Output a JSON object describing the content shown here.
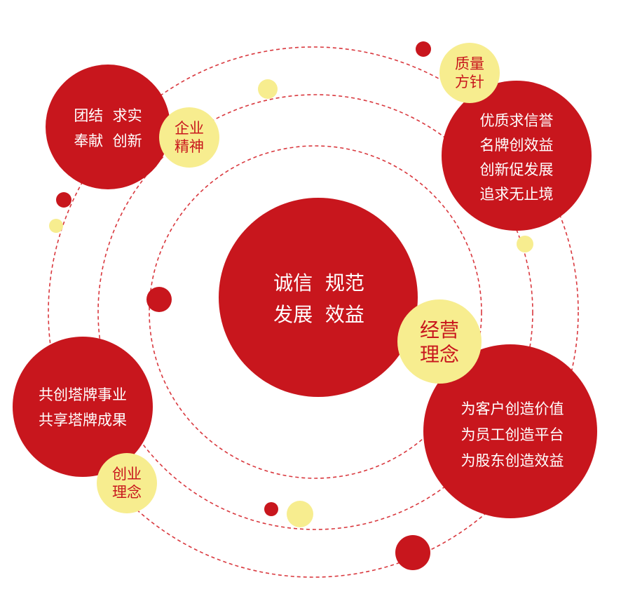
{
  "colors": {
    "red": "#c8161d",
    "yellow": "#f7ed8f",
    "white": "#ffffff",
    "dashed_ring": "#d9383e"
  },
  "center": {
    "line1": "诚信  规范",
    "line2": "发展  效益"
  },
  "top_left": {
    "line1": "团结  求实",
    "line2": "奉献  创新",
    "badge_line1": "企业",
    "badge_line2": "精神"
  },
  "top_right": {
    "line1": "优质求信誉",
    "line2": "名牌创效益",
    "line3": "创新促发展",
    "line4": "追求无止境",
    "badge_line1": "质量",
    "badge_line2": "方针"
  },
  "bottom_right": {
    "line1": "为客户创造价值",
    "line2": "为员工创造平台",
    "line3": "为股东创造效益",
    "badge_line1": "经营",
    "badge_line2": "理念"
  },
  "bottom_left": {
    "line1": "共创塔牌事业",
    "line2": "共享塔牌成果",
    "badge_line1": "创业",
    "badge_line2": "理念"
  }
}
